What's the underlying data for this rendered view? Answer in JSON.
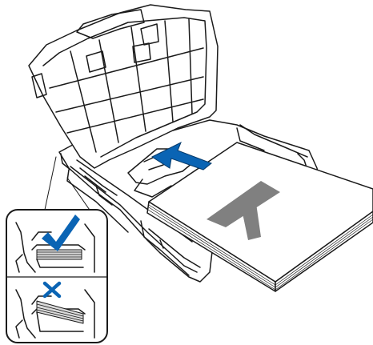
{
  "illustration": {
    "paper_letter": "A",
    "arrow_color": "#0a64b4",
    "check_color": "#0a64b4",
    "cross_color": "#0a64b4",
    "outline_color": "#1a1a1a",
    "letter_color": "#7f7f7f",
    "panels": [
      {
        "state": "correct",
        "icon": "checkmark-icon"
      },
      {
        "state": "incorrect",
        "icon": "cross-icon"
      }
    ]
  }
}
